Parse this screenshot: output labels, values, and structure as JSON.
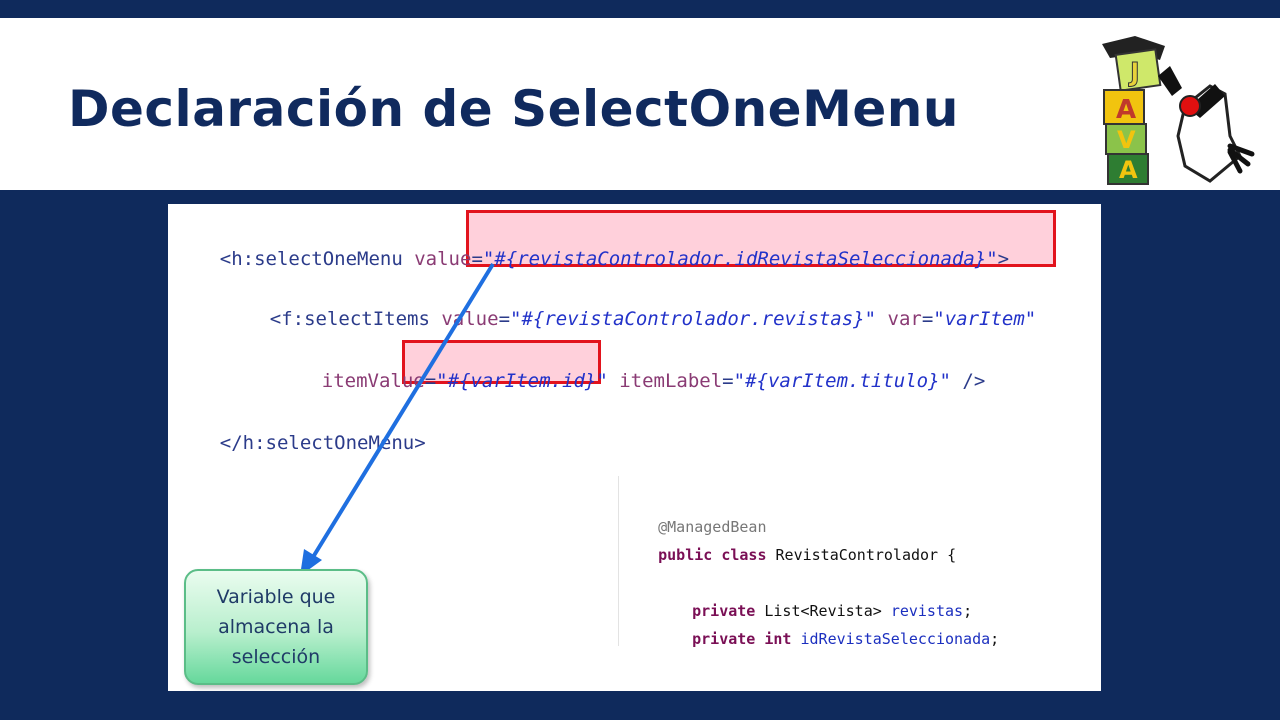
{
  "slide": {
    "title": "Declaración de SelectOneMenu",
    "logo_letters": [
      "J",
      "A",
      "V",
      "A"
    ],
    "colors": {
      "background": "#0f2a5c",
      "title": "#102a5e",
      "highlight_border": "#e2131d",
      "arrow": "#1f6fe0"
    }
  },
  "jsf_code": {
    "line1": {
      "open": "<h:selectOneMenu ",
      "attr": "value",
      "eq": "=",
      "val": "\"#{revistaControlador.idRevistaSeleccionada}\"",
      "close": ">"
    },
    "line2": {
      "open": "<f:selectItems ",
      "attr_value": "value",
      "eq1": "=",
      "val_value": "\"#{revistaControlador.revistas}\"",
      "sp": " ",
      "attr_var": "var",
      "eq2": "=",
      "val_var": "\"varItem\""
    },
    "line3": {
      "attr_item_value": "itemValue",
      "eq1": "=",
      "val_item_value": "\"#{varItem.id}\"",
      "sp": " ",
      "attr_item_label": "itemLabel",
      "eq2": "=",
      "val_item_label": "\"#{varItem.titulo}\"",
      "close": " />"
    },
    "line4": {
      "close_tag": "</h:selectOneMenu>"
    }
  },
  "java_code": {
    "annotation": "@ManagedBean",
    "class_kw": "public class",
    "class_decl": " RevistaControlador {",
    "field1_kw": "private",
    "field1_type": " List<Revista> ",
    "field1_name": "revistas",
    "field1_end": ";",
    "field2_kw": "private int",
    "field2_sp": " ",
    "field2_name": "idRevistaSeleccionada",
    "field2_end": ";"
  },
  "callout": {
    "text": "Variable que\nalmacena la\nselección"
  }
}
